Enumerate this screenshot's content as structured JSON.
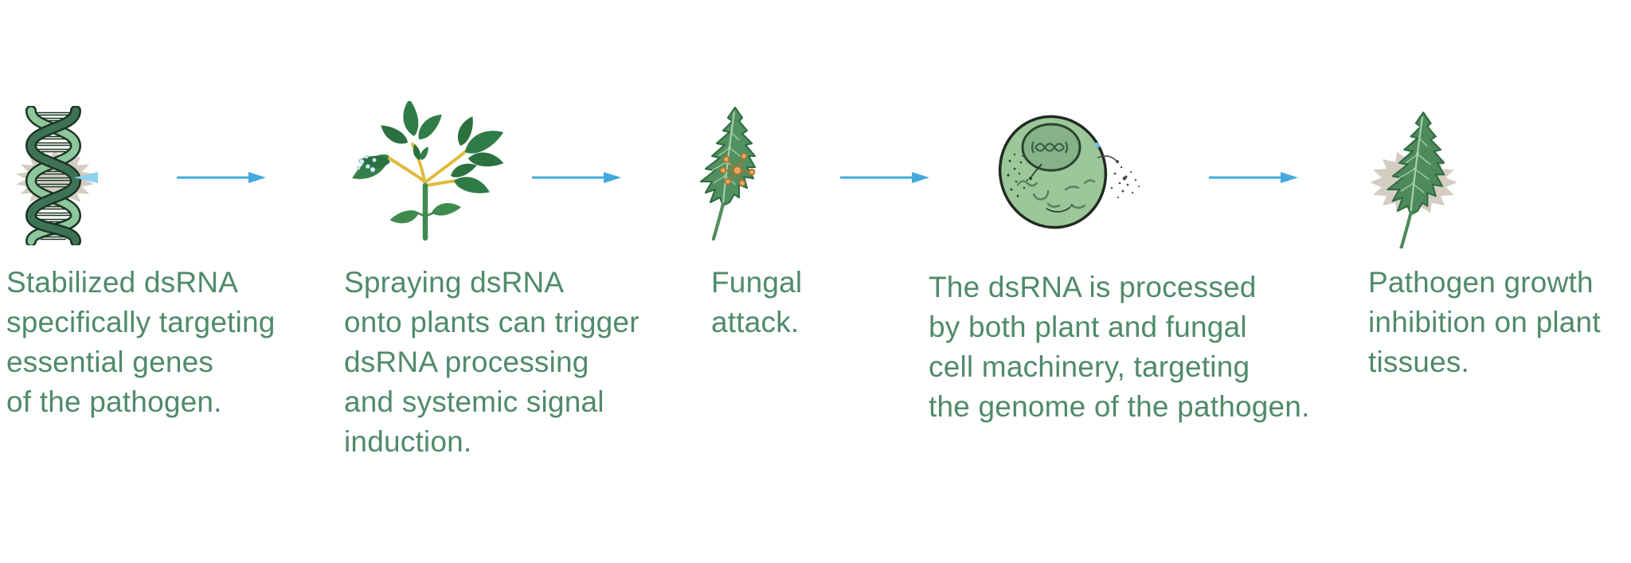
{
  "figure": {
    "title": "dsRNA spray-induced gene silencing process",
    "background_color": "#ffffff",
    "text_color": "#4f8a6b",
    "arrow_color": "#41a9dd",
    "starburst_color": "#d3cdc2",
    "spore_color": "#e9ab62",
    "cell_fill_color": "#9cc79a"
  },
  "stages": [
    {
      "icon": "dna-helix-icon",
      "caption": "Stabilized dsRNA\nspecifically targeting\nessential genes\nof the pathogen."
    },
    {
      "icon": "sprayed-plant-icon",
      "caption": "Spraying dsRNA\nonto plants can trigger\ndsRNA processing\nand systemic signal\ninduction."
    },
    {
      "icon": "fungal-attack-leaf-icon",
      "caption": "Fungal\nattack."
    },
    {
      "icon": "cell-rnai-processing-icon",
      "caption": "The dsRNA is processed\nby both plant and fungal\ncell machinery, targeting\nthe genome of the pathogen."
    },
    {
      "icon": "protected-leaf-icon",
      "caption": "Pathogen growth\ninhibition on plant\ntissues."
    }
  ]
}
